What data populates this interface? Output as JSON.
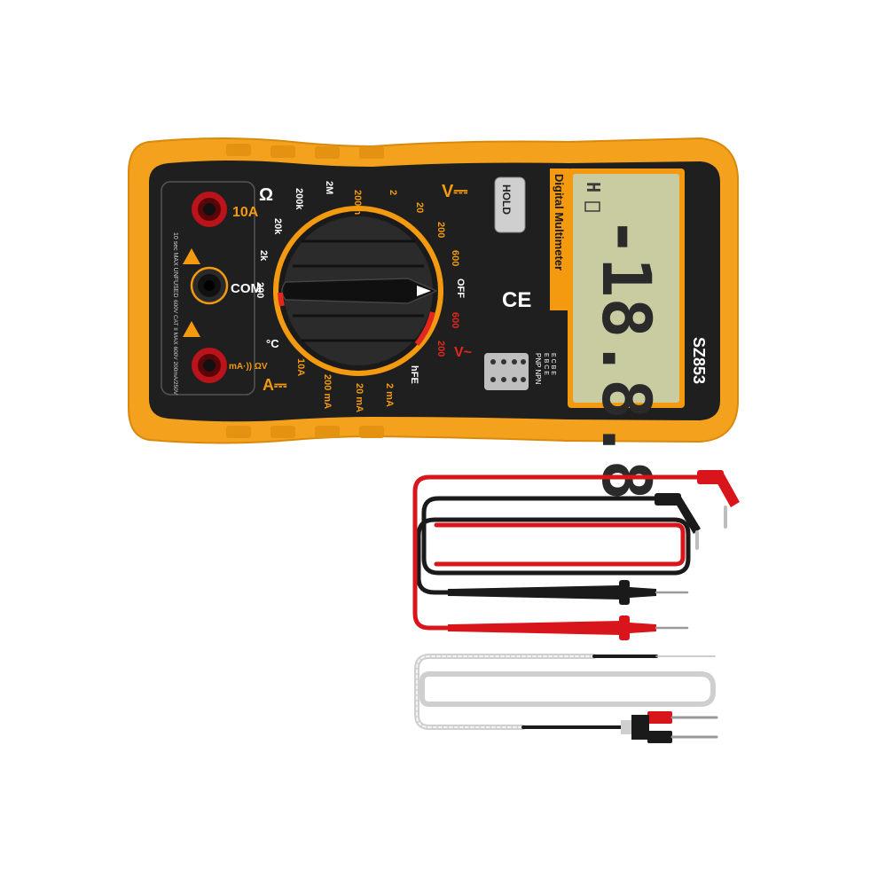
{
  "meter": {
    "brand_label": "Digital Multimeter",
    "model": "SZ853",
    "hold_label": "HOLD",
    "ce_mark": "CE",
    "lcd_digits": "-18.8.8",
    "lcd_hold_symbol": "H",
    "lcd_battery_symbol": "battery-icon",
    "jacks": {
      "top_label": "10A",
      "top_warning": "10 sec MAX UNFUSED",
      "mid_label": "COM",
      "mid_warning": "600V CAT II MAX 600V 200mA/250V",
      "bottom_label": "mA·)) ΩV"
    },
    "dial": {
      "off_label": "OFF",
      "dcv_symbol": "V⎓",
      "acv_symbol": "V~",
      "ohm_symbol": "Ω",
      "dca_symbol": "A⎓",
      "temp_symbol": "°C",
      "hfe_label": "hFE",
      "dcv_ranges": [
        "200m",
        "2",
        "20",
        "200",
        "600"
      ],
      "acv_ranges": [
        "600",
        "200"
      ],
      "ohm_ranges": [
        "200",
        "2k",
        "20k",
        "200k",
        "2M"
      ],
      "dca_ranges": [
        "2 mA",
        "20 mA",
        "200 mA",
        "10A"
      ]
    },
    "transistor_socket": {
      "header": "PNP NPN",
      "pnp_pins": "E B C E",
      "npn_pins": "E C B E"
    }
  },
  "accessories": {
    "probe_red_color": "#d9151c",
    "probe_black_color": "#1a1a1a",
    "thermocouple_color": "#cfcfcf"
  },
  "colors": {
    "body_yellow": "#f5a623",
    "faceplate": "#1e1e1e",
    "lcd": "#c9cba0",
    "accent_orange": "#f39a10",
    "red_range": "#e3271e"
  }
}
